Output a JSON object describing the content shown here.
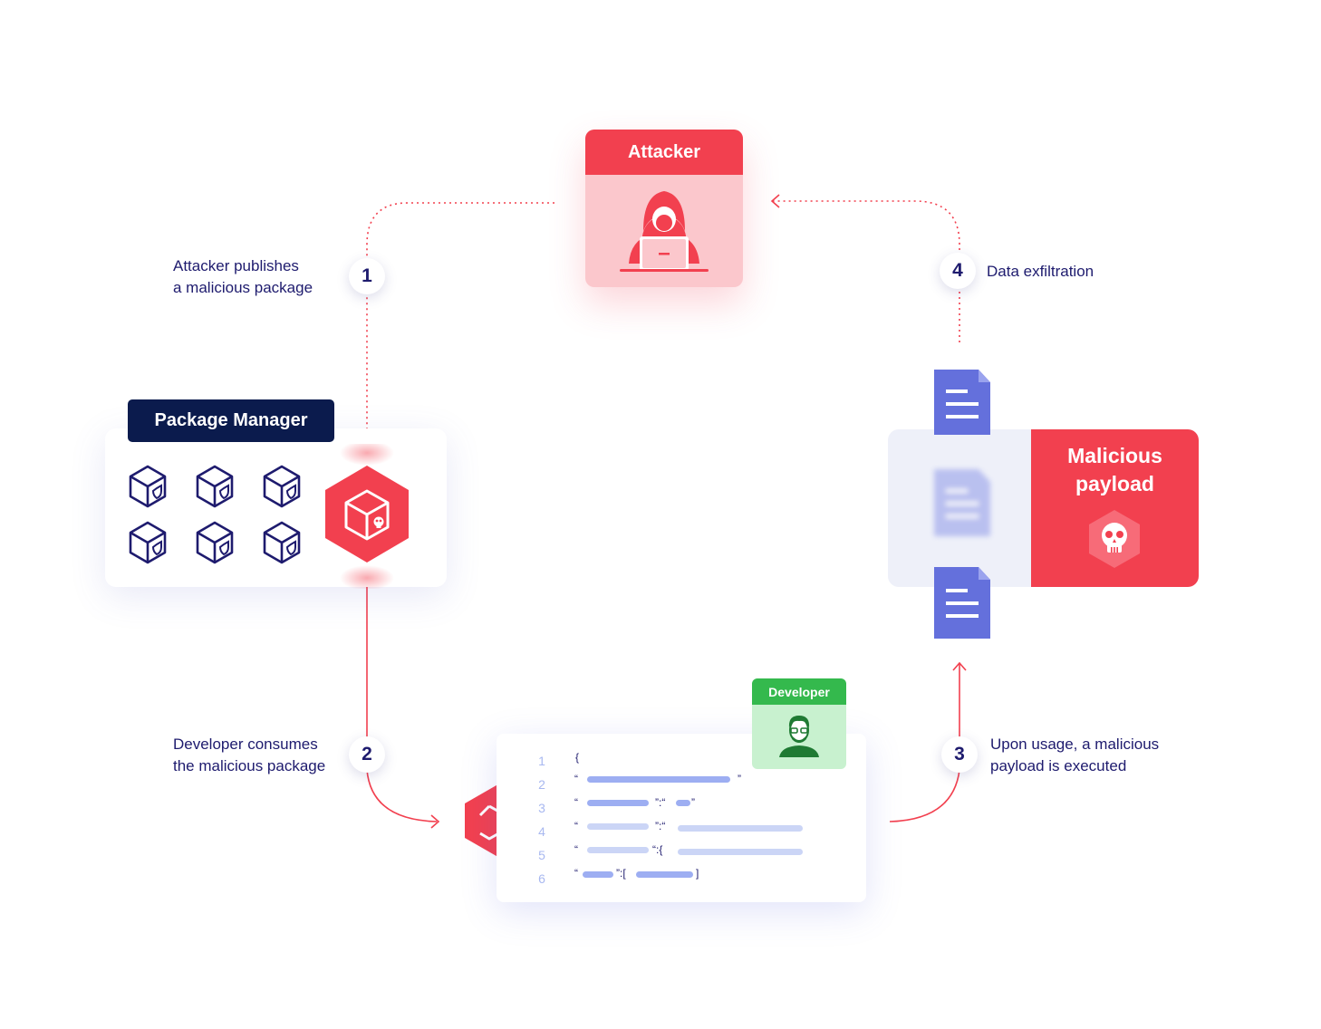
{
  "attacker": {
    "title": "Attacker"
  },
  "package_manager": {
    "title": "Package Manager"
  },
  "payload": {
    "title": "Malicious\npayload"
  },
  "developer": {
    "title": "Developer"
  },
  "steps": [
    {
      "number": "1",
      "caption": "Attacker publishes\na malicious package"
    },
    {
      "number": "2",
      "caption": "Developer consumes\nthe malicious package"
    },
    {
      "number": "3",
      "caption": "Upon usage, a malicious\npayload is executed"
    },
    {
      "number": "4",
      "caption": "Data exfiltration"
    }
  ],
  "code": {
    "line_numbers": [
      "1",
      "2",
      "3",
      "4",
      "5",
      "6"
    ],
    "tokens": [
      "{",
      "“",
      "”",
      "“",
      "”:“",
      "”",
      "“",
      "”:“",
      "“",
      "“:{",
      "“",
      "”:[",
      "]"
    ]
  },
  "icons": {
    "attacker": "hooded-hacker-laptop-icon",
    "package": "cube-package-icon",
    "malicious_package": "skull-cube-hexagon-icon",
    "document": "document-icon",
    "skull": "skull-hexagon-icon",
    "developer": "developer-avatar-icon"
  },
  "colors": {
    "accent_red": "#f2404f",
    "navy": "#1e1b6e",
    "document_blue": "#6470dc",
    "developer_green": "#34b94d"
  }
}
